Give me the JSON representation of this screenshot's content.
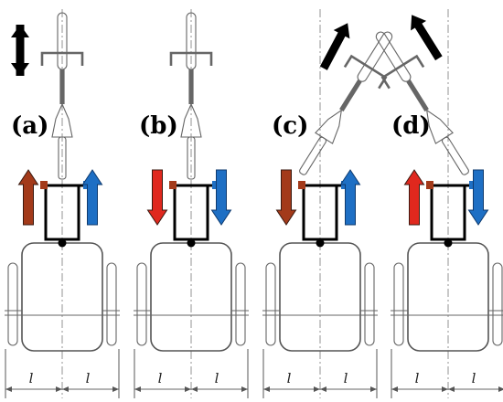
{
  "panels": [
    {
      "label": "(a)",
      "travel": "forward",
      "travel_angle_deg": 0,
      "steer_angle_deg": 0,
      "left_force": "up",
      "right_force": "up",
      "left_color": "#a33a1a"
    },
    {
      "label": "(b)",
      "travel": "backward",
      "travel_angle_deg": 0,
      "steer_angle_deg": 0,
      "left_force": "down",
      "right_force": "down",
      "left_color": "#e0281e"
    },
    {
      "label": "(c)",
      "travel": "forward",
      "travel_angle_deg": 28,
      "steer_angle_deg": 32,
      "left_force": "down",
      "right_force": "up",
      "left_color": "#a33a1a"
    },
    {
      "label": "(d)",
      "travel": "forward",
      "travel_angle_deg": -32,
      "steer_angle_deg": -32,
      "left_force": "up",
      "right_force": "down",
      "left_color": "#e0281e"
    }
  ],
  "dimension_label": "l",
  "colors": {
    "right_arrow": "#1e6fc4",
    "travel_arrow": "#000000",
    "left_marker": "#a33a1a",
    "right_marker": "#1e6fc4"
  }
}
